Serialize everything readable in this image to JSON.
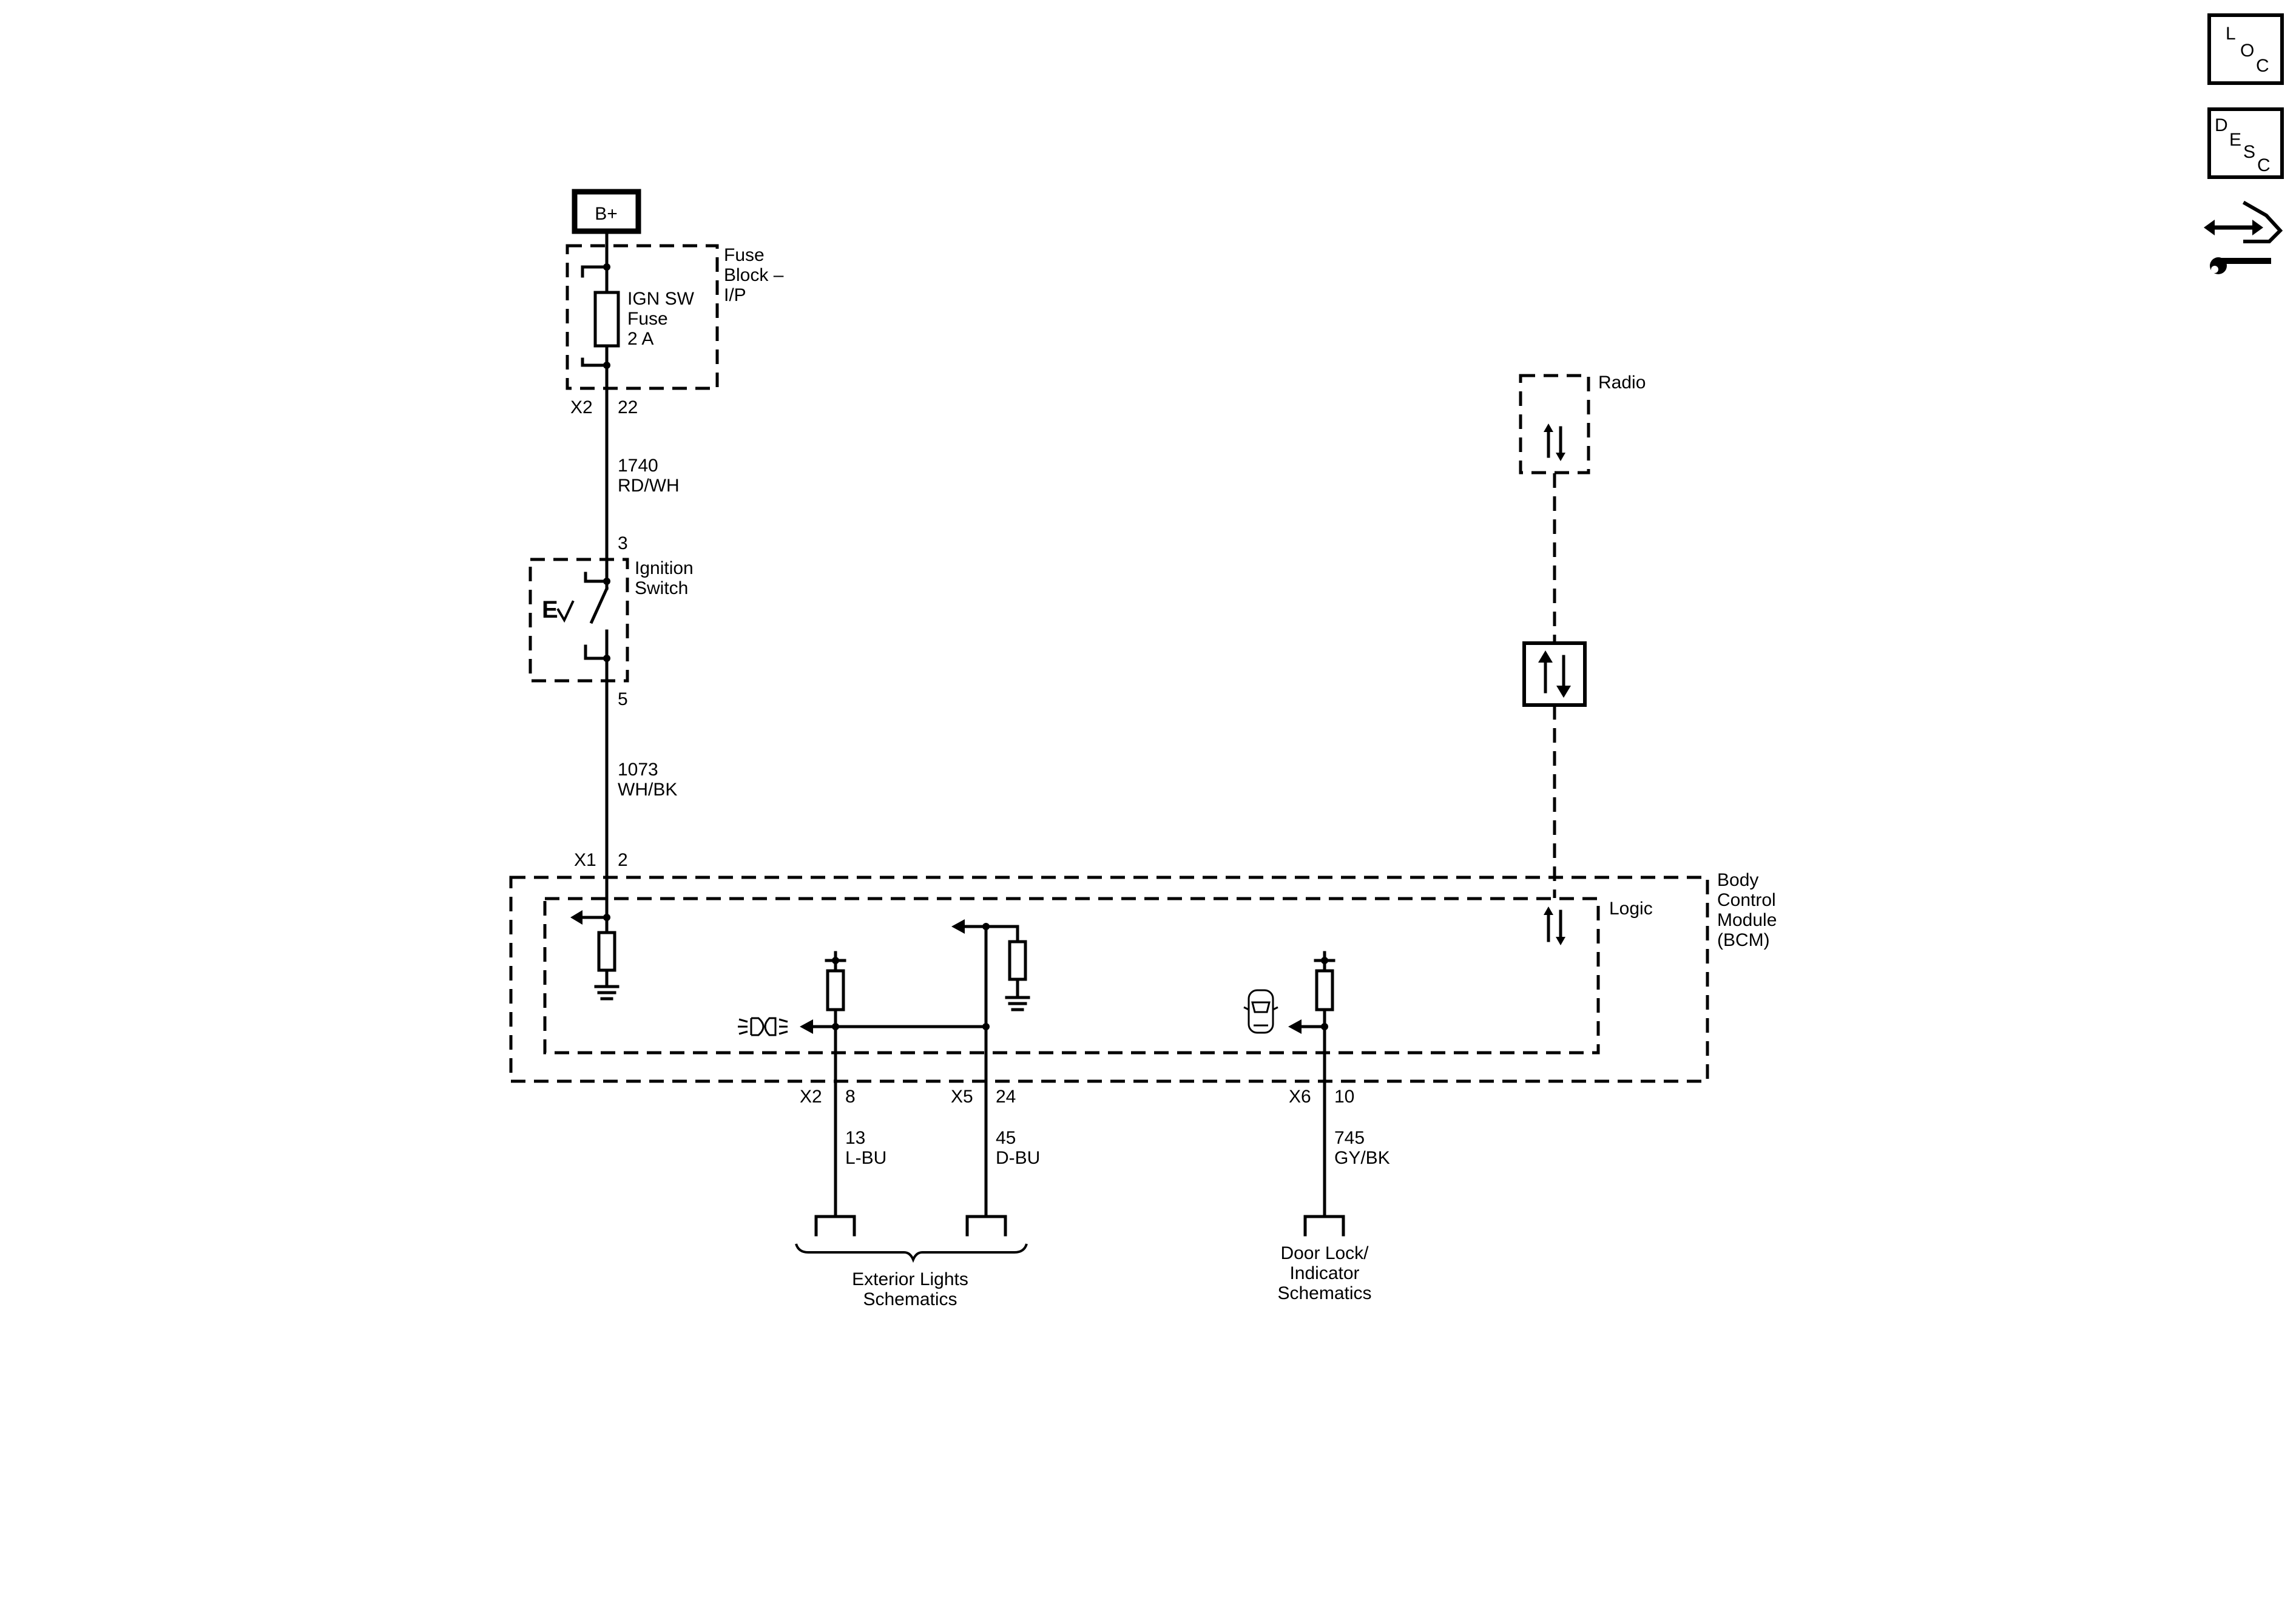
{
  "power": {
    "label": "B+"
  },
  "fuse_block": {
    "name_line1": "Fuse",
    "name_line2": "Block –",
    "name_line3": "I/P",
    "fuse_line1": "IGN SW",
    "fuse_line2": "Fuse",
    "fuse_line3": "2 A",
    "connector": "X2",
    "pin": "22"
  },
  "wire_1740": {
    "circuit": "1740",
    "color": "RD/WH"
  },
  "ignition_switch": {
    "pin_in": "3",
    "name_line1": "Ignition",
    "name_line2": "Switch",
    "pin_out": "5"
  },
  "wire_1073": {
    "circuit": "1073",
    "color": "WH/BK"
  },
  "bcm": {
    "connector_in": "X1",
    "pin_in": "2",
    "name_line1": "Body",
    "name_line2": "Control",
    "name_line3": "Module",
    "name_line4": "(BCM)",
    "logic_label": "Logic"
  },
  "radio": {
    "label": "Radio"
  },
  "outputs": [
    {
      "connector": "X2",
      "pin": "8",
      "circuit": "13",
      "color": "L-BU"
    },
    {
      "connector": "X5",
      "pin": "24",
      "circuit": "45",
      "color": "D-BU"
    },
    {
      "connector": "X6",
      "pin": "10",
      "circuit": "745",
      "color": "GY/BK"
    }
  ],
  "exterior_lights": {
    "line1": "Exterior Lights",
    "line2": "Schematics"
  },
  "door_lock": {
    "line1": "Door Lock/",
    "line2": "Indicator",
    "line3": "Schematics"
  },
  "nav_icons": {
    "loc": {
      "l": "L",
      "o": "O",
      "c": "C"
    },
    "desc": {
      "d": "D",
      "e": "E",
      "s": "S",
      "c": "C"
    },
    "connector_icon": "connector-repair-icon"
  }
}
